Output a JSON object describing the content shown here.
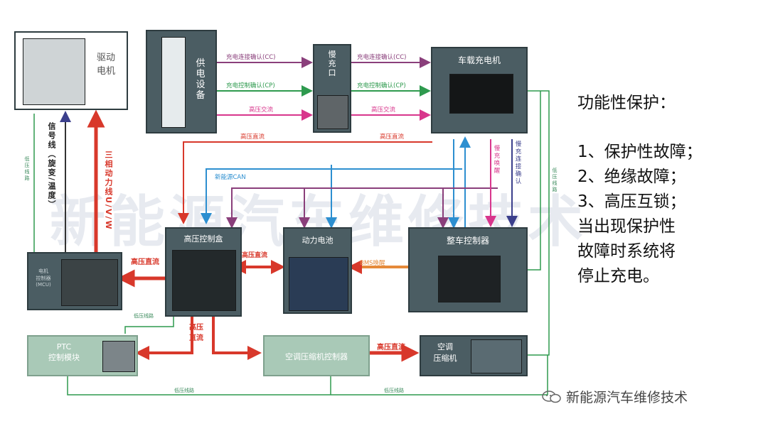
{
  "nodes": {
    "drive_motor": "驱动\n电机",
    "power_supply": "供\n电\n设\n备",
    "slow_charge_port": "慢\n充\n口",
    "onboard_charger": "车载充电机",
    "hv_control_box": "高压控制盒",
    "power_battery": "动力电池",
    "vehicle_controller": "整车控制器",
    "motor_controller": "电机\n控制器\n(MCU)",
    "ptc_module": "PTC\n控制模块",
    "ac_compressor_controller": "空调压缩机控制器",
    "ac_compressor": "空调\n压缩机"
  },
  "edges": {
    "cc1": "充电连接确认(CC)",
    "cp1": "充电控制确认(CP)",
    "hv_ac1": "高压交流",
    "cc2": "充电连接确认(CC)",
    "cp2": "充电控制确认(CP)",
    "hv_ac2": "高压交流",
    "hv_dc_left": "高压直流",
    "hv_dc_right": "高压直流",
    "can": "新能源CAN",
    "slow_wake": "慢充唤醒",
    "slow_confirm": "慢充连接确认",
    "bms_wake": "BMS唤醒",
    "signal_line": "信号线（旋变/温度）",
    "three_phase": "三相动力线U/V/W",
    "hv_dc_mcu": "高压直流",
    "hv_dc_battery": "高压直流",
    "hv_dc_down": "高压直流",
    "hv_dc_ac": "高压直流",
    "left_green": "低压线路",
    "right_green": "低压线路",
    "bottom_green_1": "低压线路",
    "bottom_green_2": "低压线路",
    "mid_green": "低压线路"
  },
  "watermark": "新能源汽车维修技术",
  "right_panel": {
    "title": "功能性保护：",
    "items": [
      "1、保护性故障；",
      "2、绝缘故障；",
      "3、高压互锁；",
      "当出现保护性",
      "故障时系统将",
      "停止充电。"
    ]
  },
  "brand": "新能源汽车维修技术",
  "colors": {
    "red": "#d8382b",
    "purple": "#8a3f7b",
    "green": "#2e9a4e",
    "pink": "#d8368c",
    "blue": "#2d8fd0",
    "navy": "#3b3f8c",
    "box": "#4b5d63",
    "light_box": "#a9c9b7",
    "bms_orange": "#e58a3a"
  }
}
